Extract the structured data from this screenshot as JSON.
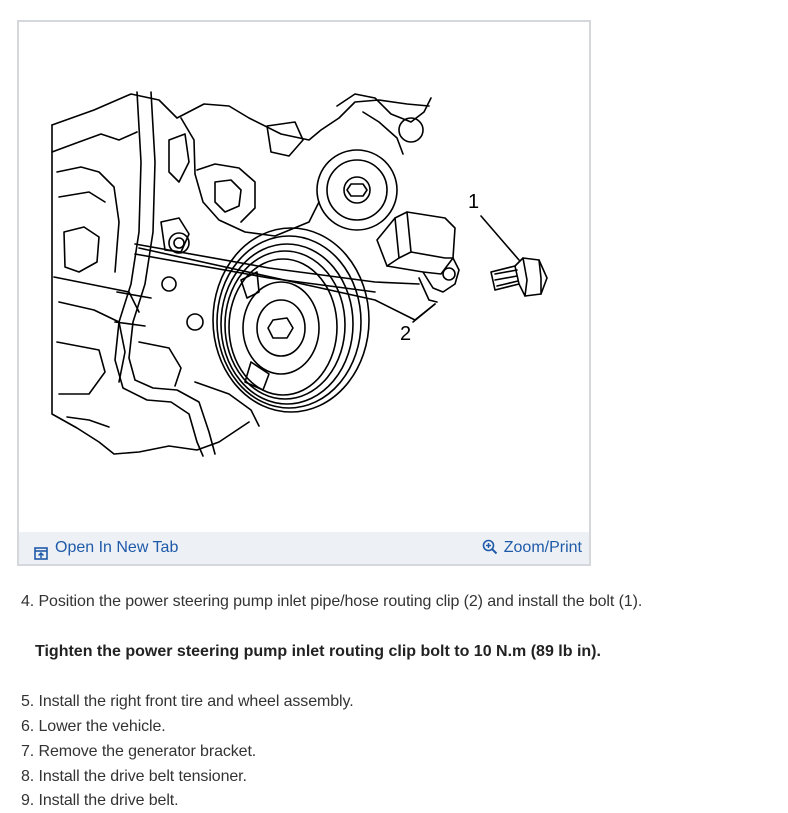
{
  "figure": {
    "callouts": [
      "1",
      "2"
    ],
    "open_link_label": "Open In New Tab",
    "zoom_link_label": "Zoom/Print",
    "accent_color": "#1f5aa8",
    "bar_background": "#edf1f6",
    "icons": {
      "open": "open-new-tab-icon",
      "zoom": "zoom-in-icon"
    }
  },
  "content": {
    "step_4": "4. Position the power steering pump inlet pipe/hose routing clip (2) and install the bolt (1).",
    "specification": "Tighten the power steering pump inlet routing clip bolt to 10 N.m (89 lb in).",
    "steps": [
      "5. Install the right front tire and wheel assembly.",
      "6. Lower the vehicle.",
      "7. Remove the generator bracket.",
      "8. Install the drive belt tensioner.",
      "9. Install the drive belt."
    ]
  }
}
